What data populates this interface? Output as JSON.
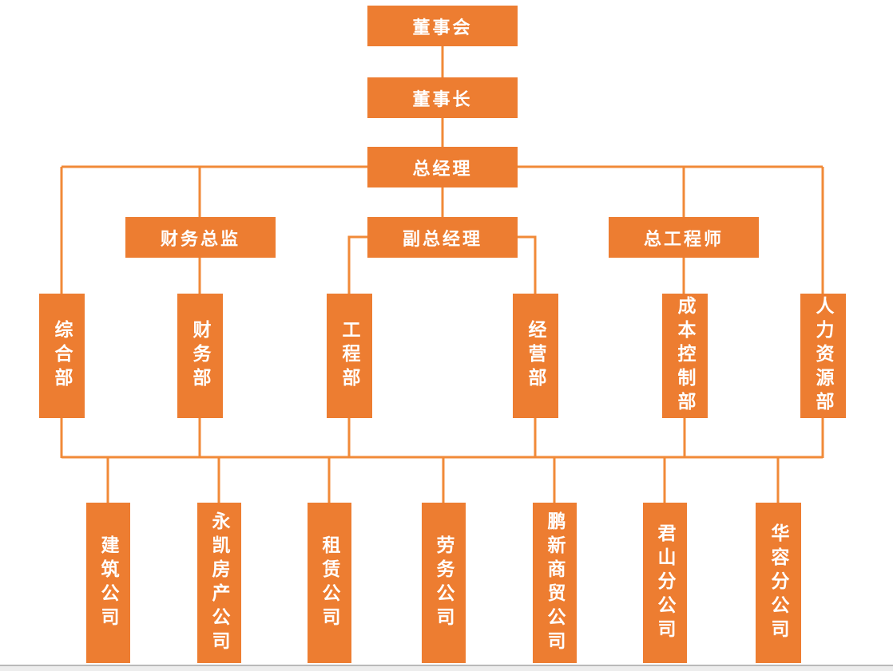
{
  "org_chart": {
    "top_level": {
      "board": "董事会",
      "chairman": "董事长",
      "general_manager": "总经理"
    },
    "middle_level": {
      "finance_director": "财务总监",
      "deputy_general_manager": "副总经理",
      "chief_engineer": "总工程师"
    },
    "departments": [
      "综合部",
      "财务部",
      "工程部",
      "经营部",
      "成本控制部",
      "人力资源部"
    ],
    "companies": [
      "建筑公司",
      "永凯房产公司",
      "租赁公司",
      "劳务公司",
      "鹏新商贸公司",
      "君山分公司",
      "华容分公司"
    ]
  },
  "colors": {
    "box_fill": "#ED7D31",
    "connector_line": "#F18A38",
    "text": "#FFFFFF",
    "footer_line": "#B9B9B9"
  }
}
